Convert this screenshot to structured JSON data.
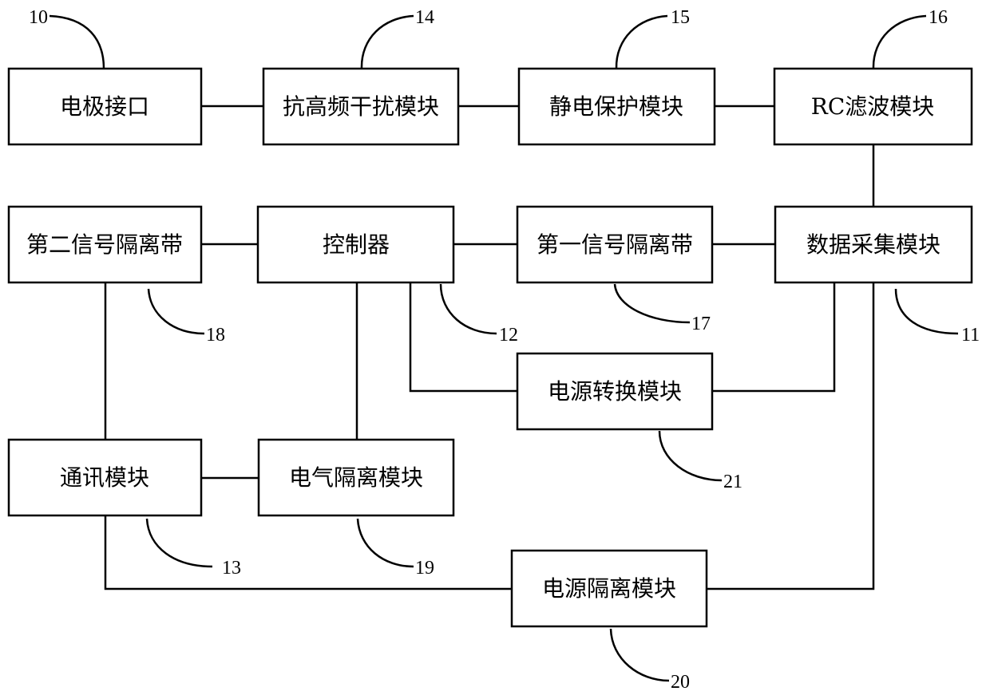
{
  "diagram": {
    "blocks": {
      "electrode_interface": "电极接口",
      "hf_anti_interference": "抗高频干扰模块",
      "esd_protection": "静电保护模块",
      "rc_filter": "RC滤波模块",
      "second_signal_isolation": "第二信号隔离带",
      "controller": "控制器",
      "first_signal_isolation": "第一信号隔离带",
      "data_acquisition": "数据采集模块",
      "power_conversion": "电源转换模块",
      "communication": "通讯模块",
      "electrical_isolation": "电气隔离模块",
      "power_isolation": "电源隔离模块"
    },
    "refs": {
      "electrode_interface": "10",
      "hf_anti_interference": "14",
      "esd_protection": "15",
      "rc_filter": "16",
      "second_signal_isolation": "18",
      "controller": "12",
      "first_signal_isolation": "17",
      "data_acquisition": "11",
      "power_conversion": "21",
      "communication": "13",
      "electrical_isolation": "19",
      "power_isolation": "20"
    },
    "colors": {
      "stroke": "#000000",
      "background": "#ffffff"
    }
  }
}
